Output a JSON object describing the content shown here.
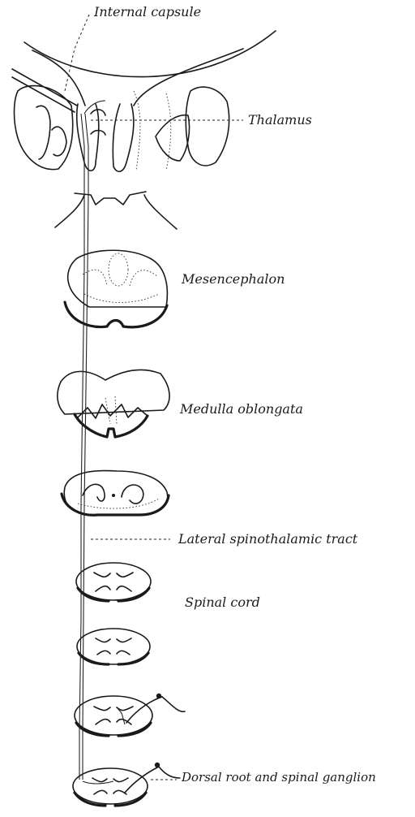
{
  "labels": {
    "internal_capsule": "Internal capsule",
    "thalamus": "Thalamus",
    "mesencephalon": "Mesencephalon",
    "medulla_oblongata": "Medulla oblongata",
    "lateral_spinothalamic_tract": "Lateral spinothalamic tract",
    "spinal_cord": "Spinal cord",
    "dorsal_root_and_spinal_ganglion": "Dorsal root and spinal ganglion"
  },
  "colors": {
    "ink": "#1a1a1a",
    "background": "#ffffff"
  }
}
